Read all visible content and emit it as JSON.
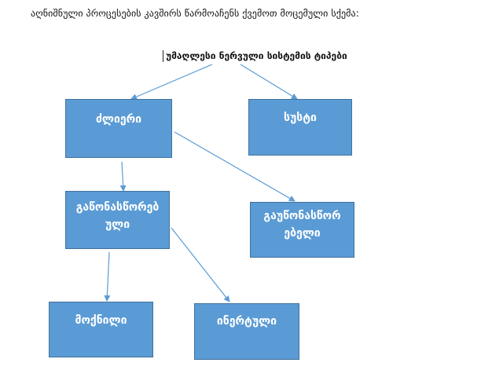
{
  "intro_text": "აღნიშნული პროცესების კავშირს წარმოაჩენს ქვემოთ მოცემული სქემა:",
  "diagram": {
    "root_title": "უმაღლესი ნერვული სისტემის ტიპები",
    "nodes": {
      "strong": "ძლიერი",
      "weak": "სუსტი",
      "balanced_line1": "გაწონასწორებ",
      "balanced_line2": "ული",
      "unbalanced_line1": "გაუწონასწორ",
      "unbalanced_line2": "ებელი",
      "flexible": "მოქნილი",
      "inert": "ინერტული"
    },
    "colors": {
      "node_fill": "#5b9bd5",
      "node_border": "#41719c",
      "arrow": "#5b9bd5"
    }
  }
}
